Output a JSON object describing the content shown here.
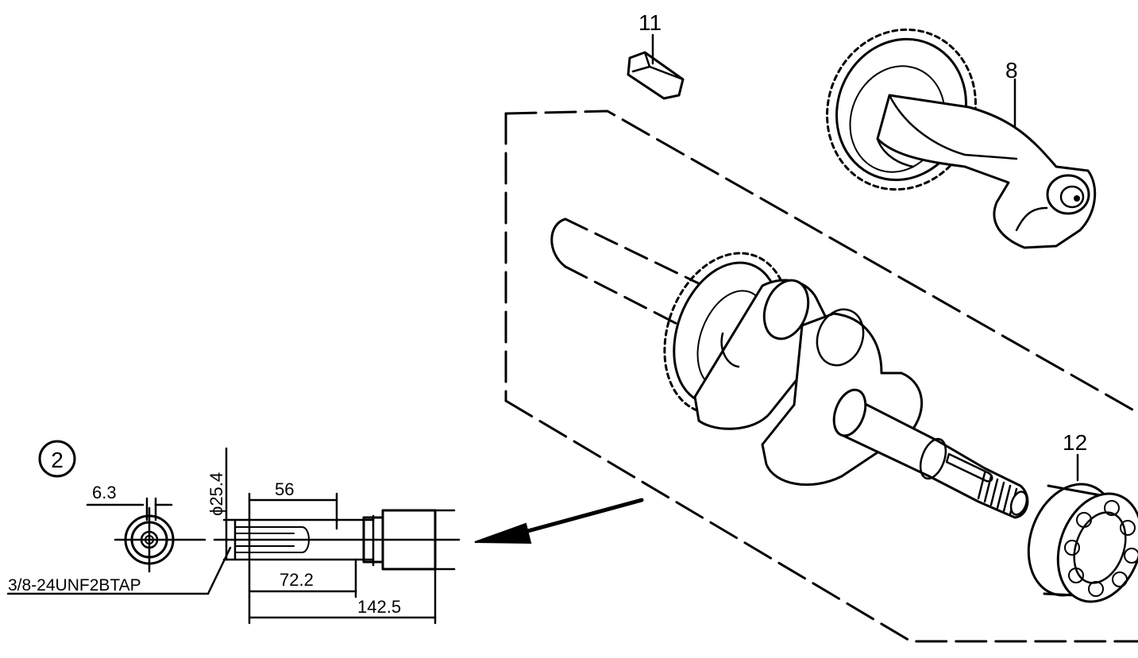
{
  "diagram": {
    "colors": {
      "ink": "#000000",
      "paper": "#ffffff"
    },
    "callouts": [
      {
        "id": "part-11",
        "label": "11"
      },
      {
        "id": "part-8",
        "label": "8"
      },
      {
        "id": "part-12",
        "label": "12"
      }
    ],
    "detail": {
      "marker": "2",
      "dimensions": {
        "keyway_width": "6.3",
        "shaft_diameter": "ϕ25.4",
        "key_length": "56",
        "length_to_step": "72.2",
        "total_length": "142.5",
        "thread_tap": "3/8-24UNF2BTAP"
      }
    }
  }
}
